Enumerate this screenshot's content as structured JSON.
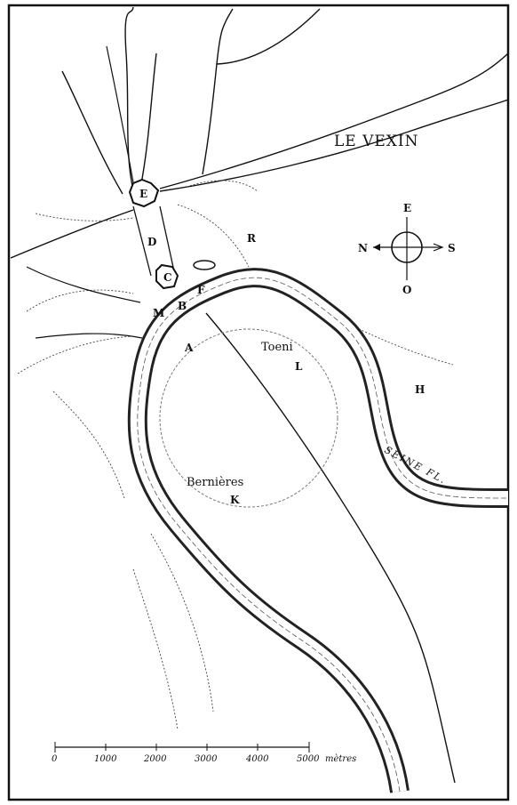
{
  "title": "LE VEXIN",
  "compass": {
    "top": "E",
    "bottom": "O",
    "left": "N",
    "right": "S"
  },
  "markers": {
    "A": "A",
    "B": "B",
    "C": "C",
    "D": "D",
    "E": "E",
    "F": "F",
    "H": "H",
    "K": "K",
    "L": "L",
    "M": "M",
    "R": "R"
  },
  "places": {
    "toeni": "Toeni",
    "bernieres": "Bernières"
  },
  "river_label": "SEINE FL.",
  "scale": {
    "ticks": [
      "0",
      "1000",
      "2000",
      "3000",
      "4000",
      "5000"
    ],
    "unit": "mètres"
  }
}
